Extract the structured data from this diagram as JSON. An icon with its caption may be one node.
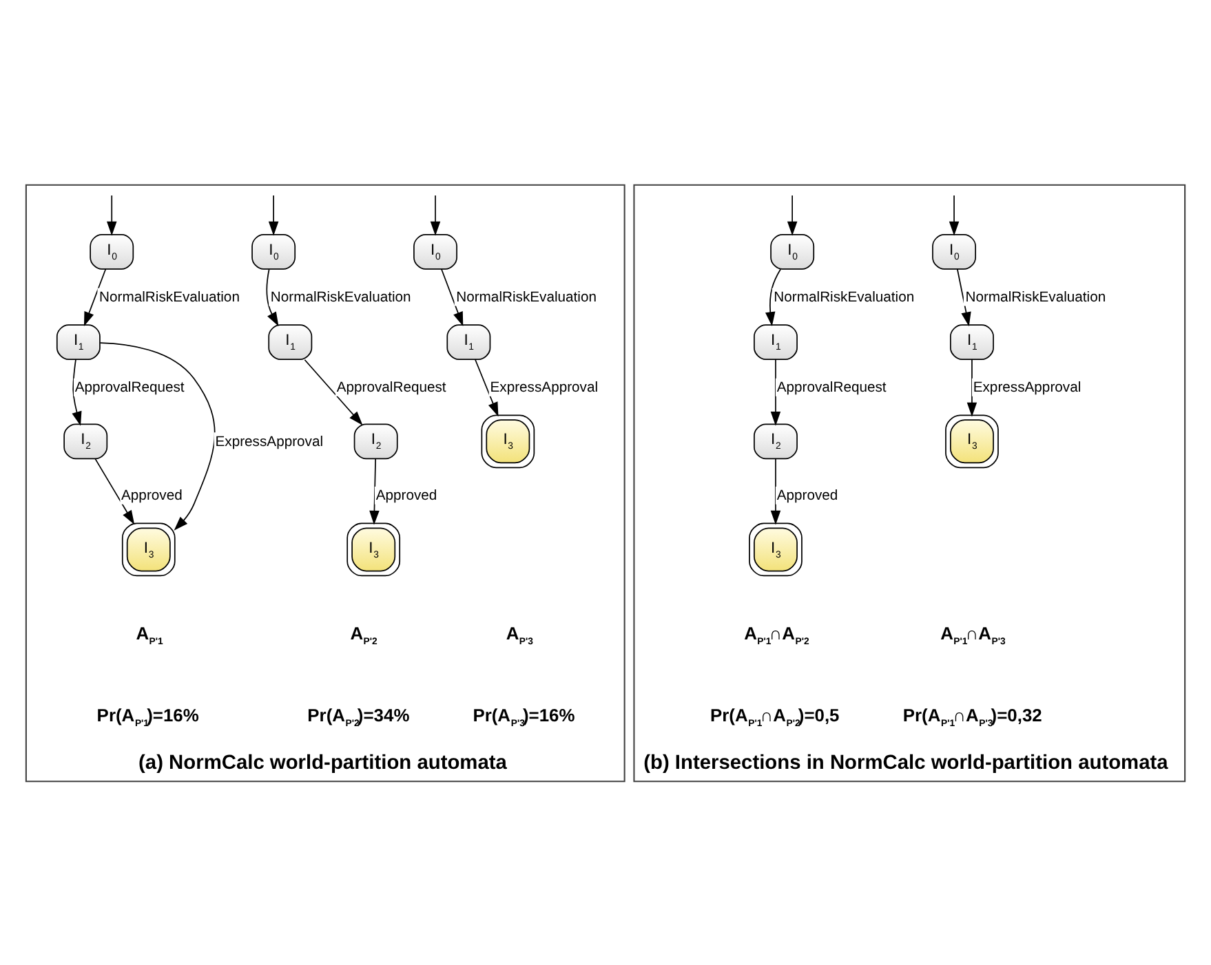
{
  "diagram": {
    "nodes": [
      {
        "text": [
          "(a) NormCalc world-partition automata"
        ]
      },
      {
        "text": [
          "I$_{0}$"
        ],
        "in": 0
      },
      {
        "text": [
          "I$_{1}$"
        ],
        "in": 0
      },
      {
        "text": [
          "I$_{2}$"
        ],
        "in": 0
      },
      {
        "text": [
          "I$_{3}$"
        ],
        "in": 0
      },
      {
        "text": [
          "I$_{0}$"
        ],
        "in": 0
      },
      {
        "text": [
          "I$_{1}$"
        ],
        "in": 0
      },
      {
        "text": [
          "I$_{2}$"
        ],
        "in": 0
      },
      {
        "text": [
          "I$_{3}$"
        ],
        "in": 0
      },
      {
        "text": [
          "I$_{0}$"
        ],
        "in": 0
      },
      {
        "text": [
          "I$_{1}$"
        ],
        "in": 0
      },
      {
        "text": [
          "I$_{3}$"
        ],
        "in": 0
      },
      {
        "text": [
          "(b) Intersections in NormCalc world-partition automata"
        ]
      },
      {
        "text": [
          "I$_{0}$"
        ],
        "in": 12
      },
      {
        "text": [
          "I$_{1}$"
        ],
        "in": 12
      },
      {
        "text": [
          "I$_{2}$"
        ],
        "in": 12
      },
      {
        "text": [
          "I$_{3}$"
        ],
        "in": 12
      },
      {
        "text": [
          "I$_{0}$"
        ],
        "in": 12
      },
      {
        "text": [
          "I$_{1}$"
        ],
        "in": 12
      },
      {
        "text": [
          "I$_{3}$"
        ],
        "in": 12
      }
    ],
    "edges": [
      {
        "from": null,
        "to": 1,
        "arrow": "to"
      },
      {
        "from": 1,
        "to": 2,
        "arrow": "to",
        "label": "NormalRiskEvaluation"
      },
      {
        "from": 2,
        "to": 3,
        "arrow": "to",
        "label": "ApprovalRequest"
      },
      {
        "from": 2,
        "to": 4,
        "arrow": "to",
        "label": "ExpressApproval"
      },
      {
        "from": 3,
        "to": 4,
        "arrow": "to",
        "label": "Approved"
      },
      {
        "from": null,
        "to": 5,
        "arrow": "to"
      },
      {
        "from": 5,
        "to": 6,
        "arrow": "to",
        "label": "NormalRiskEvaluation"
      },
      {
        "from": 6,
        "to": 7,
        "arrow": "to",
        "label": "ApprovalRequest"
      },
      {
        "from": 7,
        "to": 8,
        "arrow": "to",
        "label": "Approved"
      },
      {
        "from": null,
        "to": 9,
        "arrow": "to"
      },
      {
        "from": 9,
        "to": 10,
        "arrow": "to",
        "label": "NormalRiskEvaluation"
      },
      {
        "from": 10,
        "to": 11,
        "arrow": "to",
        "label": "ExpressApproval"
      },
      {
        "from": null,
        "to": 13,
        "arrow": "to"
      },
      {
        "from": 13,
        "to": 14,
        "arrow": "to",
        "label": "NormalRiskEvaluation"
      },
      {
        "from": 14,
        "to": 15,
        "arrow": "to",
        "label": "ApprovalRequest"
      },
      {
        "from": 15,
        "to": 16,
        "arrow": "to",
        "label": "Approved"
      },
      {
        "from": null,
        "to": 17,
        "arrow": "to"
      },
      {
        "from": 17,
        "to": 18,
        "arrow": "to",
        "label": "NormalRiskEvaluation"
      },
      {
        "from": 18,
        "to": 19,
        "arrow": "to",
        "label": "ExpressApproval"
      }
    ],
    "labels": [
      "A$_{P'1}$",
      "A$_{P'2}$",
      "A$_{P'3}$",
      "Pr(A$_{P'1}$)=16%",
      "Pr(A$_{P'2}$)=34%",
      "Pr(A$_{P'3}$)=16%",
      "A$_{P'1}$∩A$_{P'2}$",
      "A$_{P'1}$∩A$_{P'3}$",
      "Pr(A$_{P'1}$∩A$_{P'2}$)=0,5",
      "Pr(A$_{P'1}$∩A$_{P'3}$)=0,32"
    ]
  }
}
